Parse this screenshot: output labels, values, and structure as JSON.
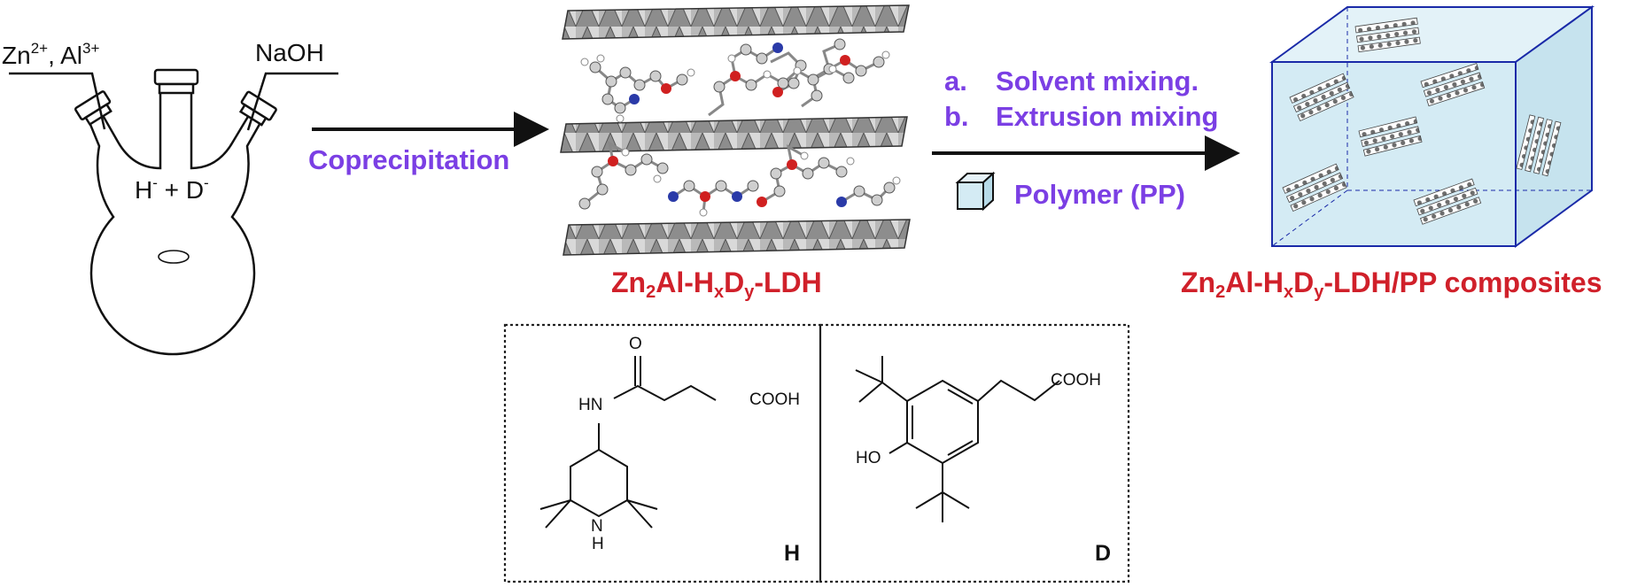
{
  "flask": {
    "left_reagent": "Zn",
    "left_reagent_charge": "2+",
    "left_reagent_sep": ", Al",
    "left_reagent_charge2": "3+",
    "right_reagent": "NaOH",
    "contents": "H",
    "contents_charge": "-",
    "contents_plus": " + D",
    "contents_charge2": "-"
  },
  "step1": {
    "label": "Coprecipitation"
  },
  "ldh": {
    "name_a": "Zn",
    "name_sub1": "2",
    "name_b": "Al-H",
    "name_sub2": "x",
    "name_c": "D",
    "name_sub3": "y",
    "name_d": "-LDH"
  },
  "step2": {
    "item_a_letter": "a.",
    "item_a": "Solvent mixing.",
    "item_b_letter": "b.",
    "item_b": "Extrusion mixing",
    "polymer": "Polymer (PP)"
  },
  "composite": {
    "name_a": "Zn",
    "name_sub1": "2",
    "name_b": "Al-H",
    "name_sub2": "x",
    "name_c": "D",
    "name_sub3": "y",
    "name_d": "-LDH/PP composites"
  },
  "molecule_h": {
    "o_label": "O",
    "nh_label": "HN",
    "cooh_label": "COOH",
    "n_label": "N",
    "h_label": "H",
    "tag": "H"
  },
  "molecule_d": {
    "cooh_label": "COOH",
    "ho_label": "HO",
    "tag": "D"
  },
  "colors": {
    "purple": "#7b3fe4",
    "red": "#d0202a",
    "cube_fill": "#d4ebf4",
    "cube_edge": "#1a2aa8"
  }
}
